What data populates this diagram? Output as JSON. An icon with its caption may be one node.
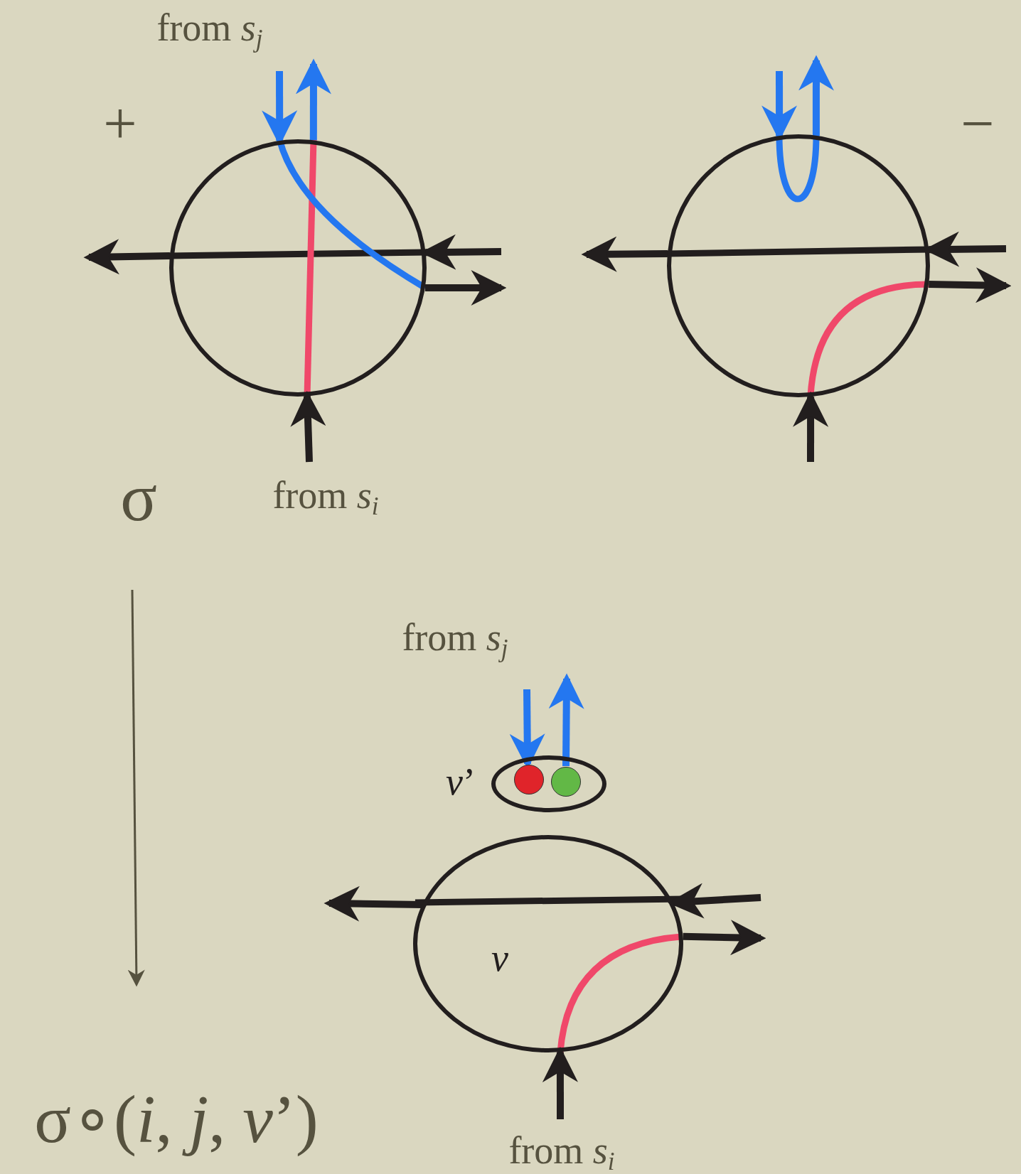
{
  "diagram": {
    "nodes": [
      {
        "text": [
          "σ"
        ]
      },
      {
        "text": [],
        "shape": "circle"
      },
      {
        "text": [],
        "shape": "circle"
      },
      {
        "text": [],
        "shape": "ellipse",
        "beside": [
          "*v*’"
        ]
      },
      {
        "text": [],
        "shape": "circle",
        "in": 3
      },
      {
        "text": [],
        "shape": "circle",
        "in": 3
      },
      {
        "text": [
          "*v*"
        ]
      },
      {
        "text": [
          "σ∘(*i*, *j*, *v*’)"
        ]
      }
    ],
    "edges": [
      {
        "from": 1,
        "to": null,
        "arrow": "to"
      },
      {
        "from": null,
        "to": 1,
        "arrow": "to"
      },
      {
        "from": 1,
        "to": null,
        "arrow": "to"
      },
      {
        "from": null,
        "to": 1,
        "arrow": "to"
      },
      {
        "from": null,
        "to": 1,
        "arrow": "to",
        "color": "#2477f0"
      },
      {
        "from": 1,
        "to": null,
        "arrow": "to",
        "color": "#2477f0"
      },
      {
        "from": 2,
        "to": null,
        "arrow": "to"
      },
      {
        "from": null,
        "to": 2,
        "arrow": "to"
      },
      {
        "from": 2,
        "to": null,
        "arrow": "to"
      },
      {
        "from": null,
        "to": 2,
        "arrow": "to"
      },
      {
        "from": null,
        "to": 2,
        "arrow": "to",
        "color": "#2477f0"
      },
      {
        "from": 2,
        "to": null,
        "arrow": "to",
        "color": "#2477f0"
      },
      {
        "from": null,
        "to": 4,
        "arrow": "to",
        "color": "#2477f0"
      },
      {
        "from": 5,
        "to": null,
        "arrow": "to",
        "color": "#2477f0"
      },
      {
        "from": 6,
        "to": null,
        "arrow": "to"
      },
      {
        "from": null,
        "to": 6,
        "arrow": "to"
      },
      {
        "from": 6,
        "to": null,
        "arrow": "to"
      },
      {
        "from": null,
        "to": 6,
        "arrow": "to"
      },
      {
        "from": 0,
        "to": 7,
        "arrow": "to",
        "color": "#56523f"
      }
    ],
    "labels": [
      "from *s*$_{j}$",
      "+",
      "−",
      "from *s*$_{i}$",
      "from *s*$_{j}$",
      "from *s*$_{i}$"
    ]
  }
}
